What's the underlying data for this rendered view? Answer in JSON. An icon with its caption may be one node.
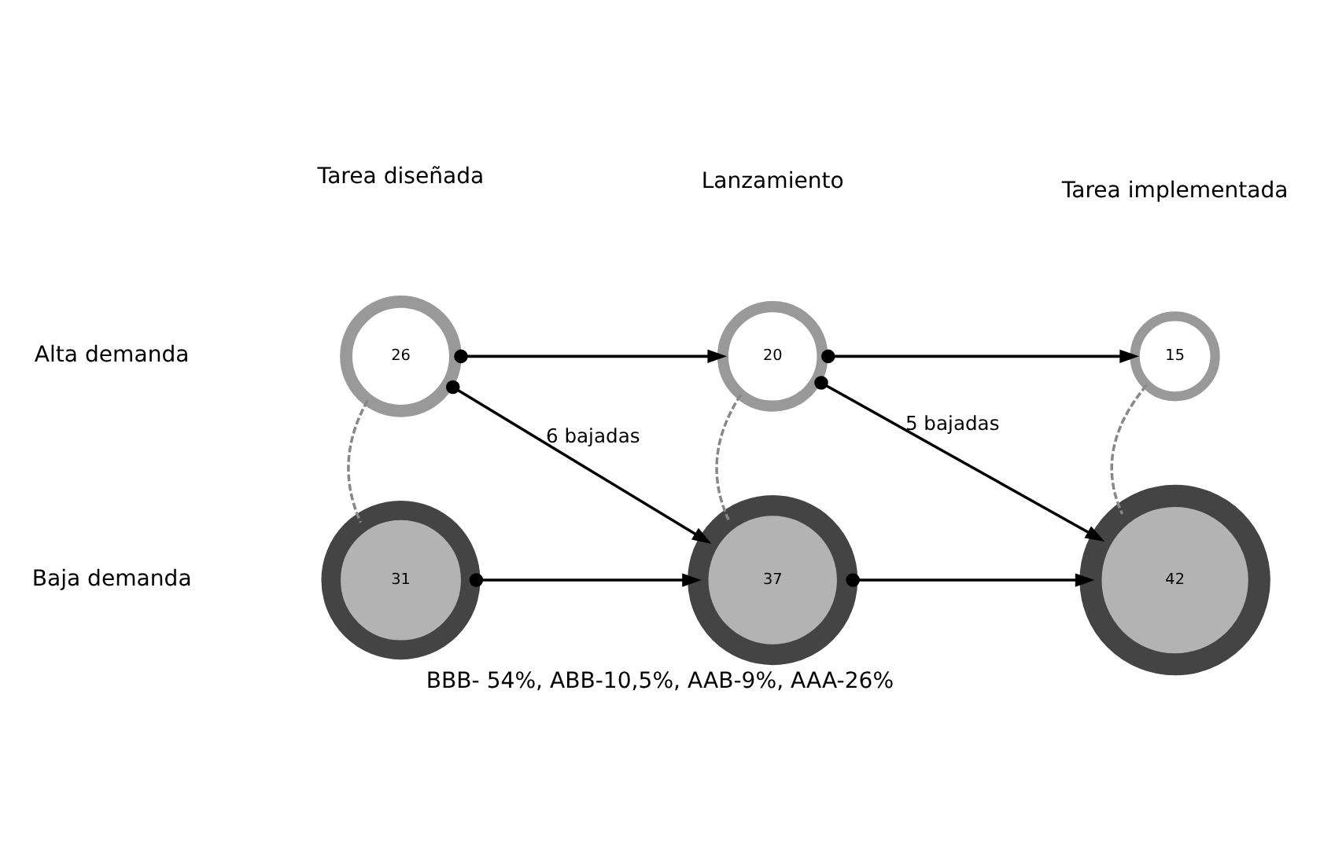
{
  "diagram": {
    "caption": "BBB- 54%, ABB-10,5%, AAB-9%, AAA-26%",
    "nodes": [
      {
        "text": [
          "26"
        ]
      },
      {
        "text": [
          "20"
        ]
      },
      {
        "text": [
          "15"
        ]
      },
      {
        "text": [
          "31"
        ]
      },
      {
        "text": [
          "37"
        ]
      },
      {
        "text": [
          "42"
        ]
      }
    ],
    "edges": [
      {
        "from": 0,
        "to": 1,
        "arrow": "to"
      },
      {
        "from": 0,
        "to": 4,
        "arrow": "to",
        "label": "6 bajadas"
      },
      {
        "from": 1,
        "to": 2,
        "arrow": "to"
      },
      {
        "from": 1,
        "to": 5,
        "arrow": "to",
        "label": "5 bajadas"
      },
      {
        "from": 3,
        "to": 4,
        "arrow": "to"
      },
      {
        "from": 4,
        "to": 5,
        "arrow": "to"
      },
      {
        "from": 0,
        "to": 3,
        "arrow": "none",
        "style": "dashed",
        "color": "#888888"
      },
      {
        "from": 1,
        "to": 4,
        "arrow": "none",
        "style": "dashed",
        "color": "#888888"
      },
      {
        "from": 2,
        "to": 5,
        "arrow": "none",
        "style": "dashed",
        "color": "#888888"
      }
    ],
    "labels": [
      "Tarea diseñada",
      "Lanzamiento",
      "Tarea implementada",
      "Alta demanda",
      "Baja demanda"
    ]
  }
}
